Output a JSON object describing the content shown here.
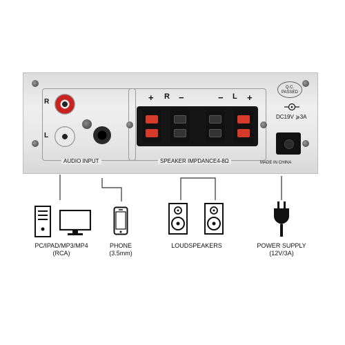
{
  "panel": {
    "rca_right_label": "R",
    "rca_left_label": "L",
    "audio_input_label": "AUDIO INPUT",
    "speaker_impedance_label": "SPEAKER IMPDANCE4-8Ω",
    "made_in_label": "MADE IN CHINA",
    "qc_label_line1": "Q.C.",
    "qc_label_line2": "PASSED",
    "dc_label": "DC19V ⩾3A",
    "terminal_signs": [
      "+",
      "R",
      "−",
      "−",
      "L",
      "+"
    ]
  },
  "devices": [
    {
      "name": "PC/IPAD/MP3/MP4",
      "sub": "(RCA)"
    },
    {
      "name": "PHONE",
      "sub": "(3.5mm)"
    },
    {
      "name": "LOUDSPEAKERS",
      "sub": ""
    },
    {
      "name": "POWER SUPPLY",
      "sub": "(12V/3A)"
    }
  ],
  "colors": {
    "rca_red": "#c8231f",
    "terminal_red": "#d63a2a",
    "panel": "#e8e8e8"
  },
  "icons": [
    "pc-tower-icon",
    "monitor-icon",
    "phone-icon",
    "speaker-icon",
    "speaker-icon",
    "power-plug-icon"
  ]
}
